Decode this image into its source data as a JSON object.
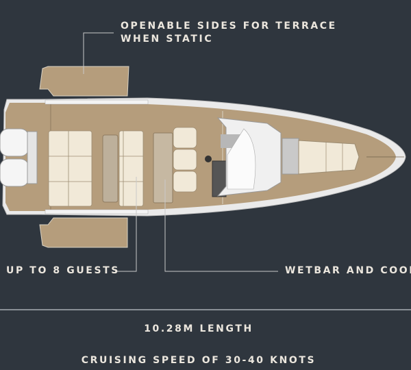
{
  "callouts": {
    "terrace_line1": "OPENABLE SIDES FOR TERRACE",
    "terrace_line2": "WHEN STATIC",
    "guests": "UP TO 8 GUESTS",
    "wetbar": "WETBAR AND COOLE"
  },
  "specs": {
    "length": "10.28M LENGTH",
    "speed": "CRUISING SPEED OF 30-40 KNOTS"
  },
  "colors": {
    "background": "#2f363e",
    "deck": "#b59d7c",
    "cushion": "#f1e9d8",
    "text": "#ece7de"
  }
}
